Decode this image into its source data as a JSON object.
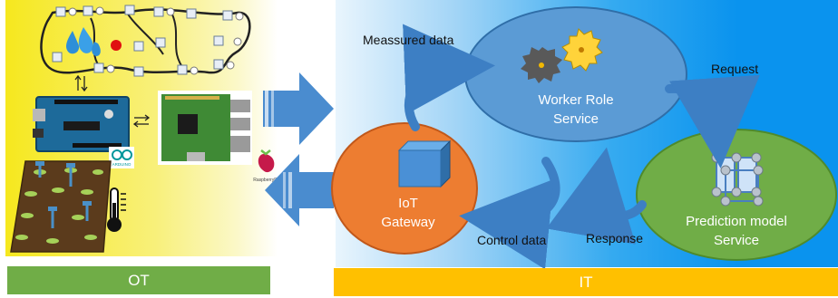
{
  "sections": {
    "ot_label": "OT",
    "it_label": "IT"
  },
  "nodes": {
    "worker_role": {
      "line1": "Worker Role",
      "line2": "Service"
    },
    "iot_gateway": {
      "line1": "IoT",
      "line2": "Gateway"
    },
    "prediction": {
      "line1": "Prediction model",
      "line2": "Service"
    }
  },
  "edges": {
    "measured_data": "Meassured data",
    "request": "Request",
    "control_data": "Control data",
    "response": "Response"
  },
  "colors": {
    "ot_bar": "#70ad47",
    "it_bar": "#ffc000",
    "worker_ellipse": "#5b9bd5",
    "gateway_ellipse": "#ed7d31",
    "prediction_ellipse": "#70ad47",
    "flow_arrow": "#4a8ccf"
  },
  "hardware": {
    "arduino_caption": "ARDUINO",
    "raspberry_caption": "RaspberryPi"
  }
}
